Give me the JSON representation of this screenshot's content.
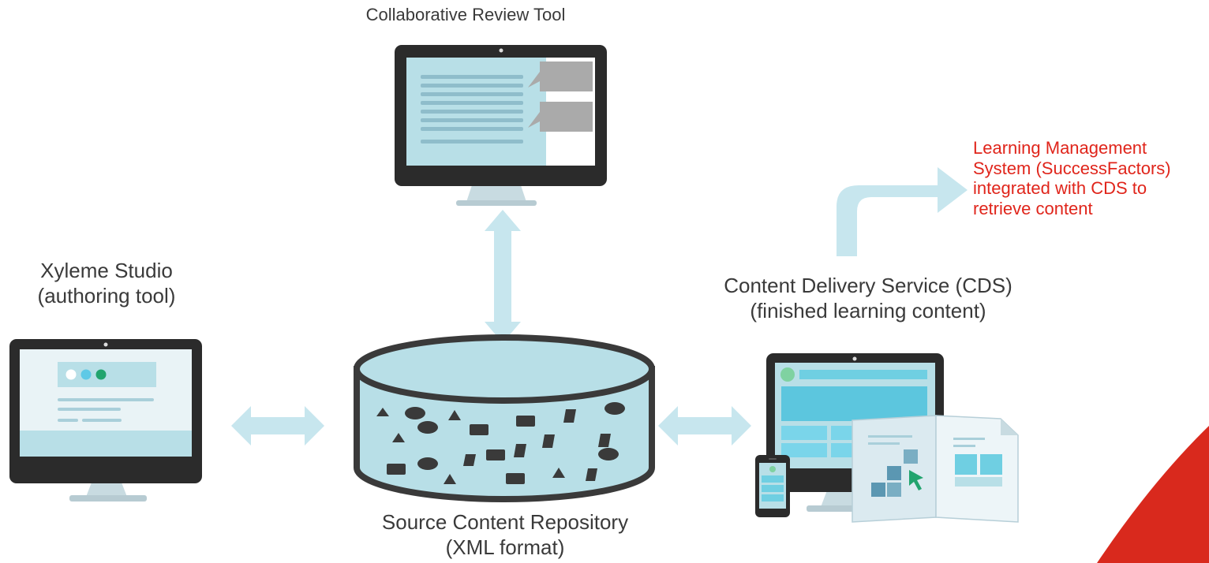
{
  "review_tool": {
    "title": "Collaborative Review Tool"
  },
  "studio": {
    "line1": "Xyleme Studio",
    "line2": "(authoring tool)"
  },
  "repository": {
    "line1": "Source Content Repository",
    "line2": "(XML format)"
  },
  "cds": {
    "line1": "Content Delivery Service (CDS)",
    "line2": "(finished learning content)"
  },
  "lms": {
    "lines": [
      "Learning Management",
      "System (SuccessFactors)",
      "integrated with CDS to",
      "retrieve content"
    ]
  },
  "colors": {
    "arrow": "#c7e6ee",
    "monitor_frame": "#2b2b2b",
    "screen": "#b8dfe7",
    "lms_text": "#e0251b",
    "corner_accent": "#d9291d"
  },
  "icons": [
    "monitor-icon",
    "database-cylinder-icon",
    "tablet-icon",
    "smartphone-icon",
    "document-icon",
    "cursor-icon"
  ]
}
